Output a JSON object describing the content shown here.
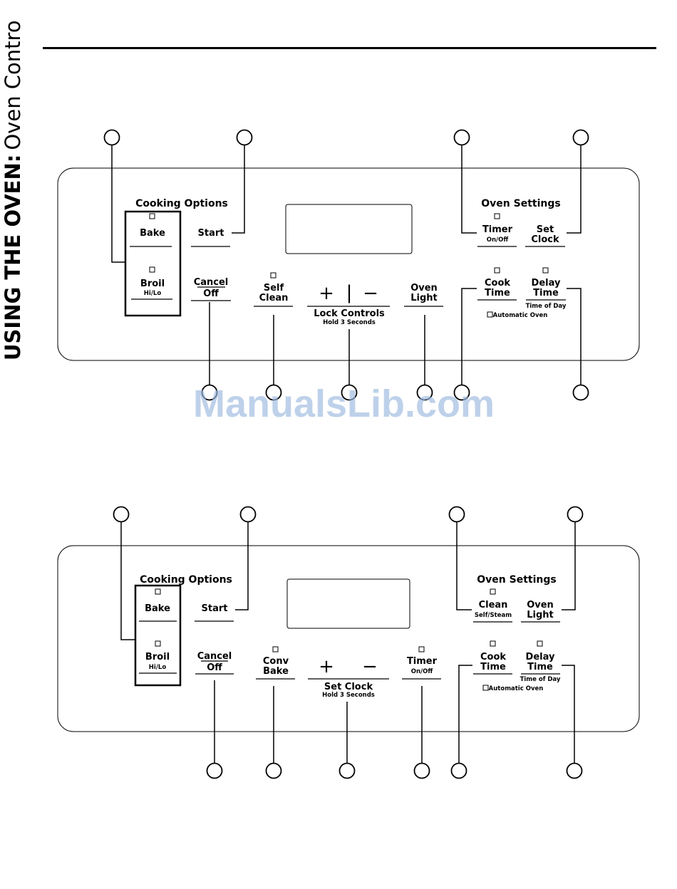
{
  "page": {
    "section_label": "USING THE OVEN:",
    "section_subtitle": "Oven Controls",
    "watermark": "ManualsLib.com"
  },
  "panel_1": {
    "cooking_options_title": "Cooking Options",
    "oven_settings_title": "Oven Settings",
    "bake": "Bake",
    "broil": "Broil",
    "broil_sub": "Hi/Lo",
    "start": "Start",
    "cancel_1": "Cancel",
    "cancel_2": "Off",
    "self_clean_1": "Self",
    "self_clean_2": "Clean",
    "plus": "+",
    "divider": "|",
    "minus": "−",
    "lock_controls": "Lock Controls",
    "lock_controls_sub": "Hold 3 Seconds",
    "oven_light_1": "Oven",
    "oven_light_2": "Light",
    "timer": "Timer",
    "timer_sub": "On/Off",
    "set_clock_1": "Set",
    "set_clock_2": "Clock",
    "cook_time_1": "Cook",
    "cook_time_2": "Time",
    "delay_time_1": "Delay",
    "delay_time_2": "Time",
    "time_of_day": "Time of Day",
    "automatic_oven": "Automatic Oven"
  },
  "panel_2": {
    "cooking_options_title": "Cooking Options",
    "oven_settings_title": "Oven Settings",
    "bake": "Bake",
    "broil": "Broil",
    "broil_sub": "Hi/Lo",
    "start": "Start",
    "cancel_1": "Cancel",
    "cancel_2": "Off",
    "conv_bake_1": "Conv",
    "conv_bake_2": "Bake",
    "plus": "+",
    "minus": "−",
    "set_clock": "Set Clock",
    "set_clock_sub": "Hold 3 Seconds",
    "timer": "Timer",
    "timer_sub": "On/Off",
    "clean": "Clean",
    "clean_sub": "Self/Steam",
    "oven_light_1": "Oven",
    "oven_light_2": "Light",
    "cook_time_1": "Cook",
    "cook_time_2": "Time",
    "delay_time_1": "Delay",
    "delay_time_2": "Time",
    "time_of_day": "Time of Day",
    "automatic_oven": "Automatic Oven"
  }
}
